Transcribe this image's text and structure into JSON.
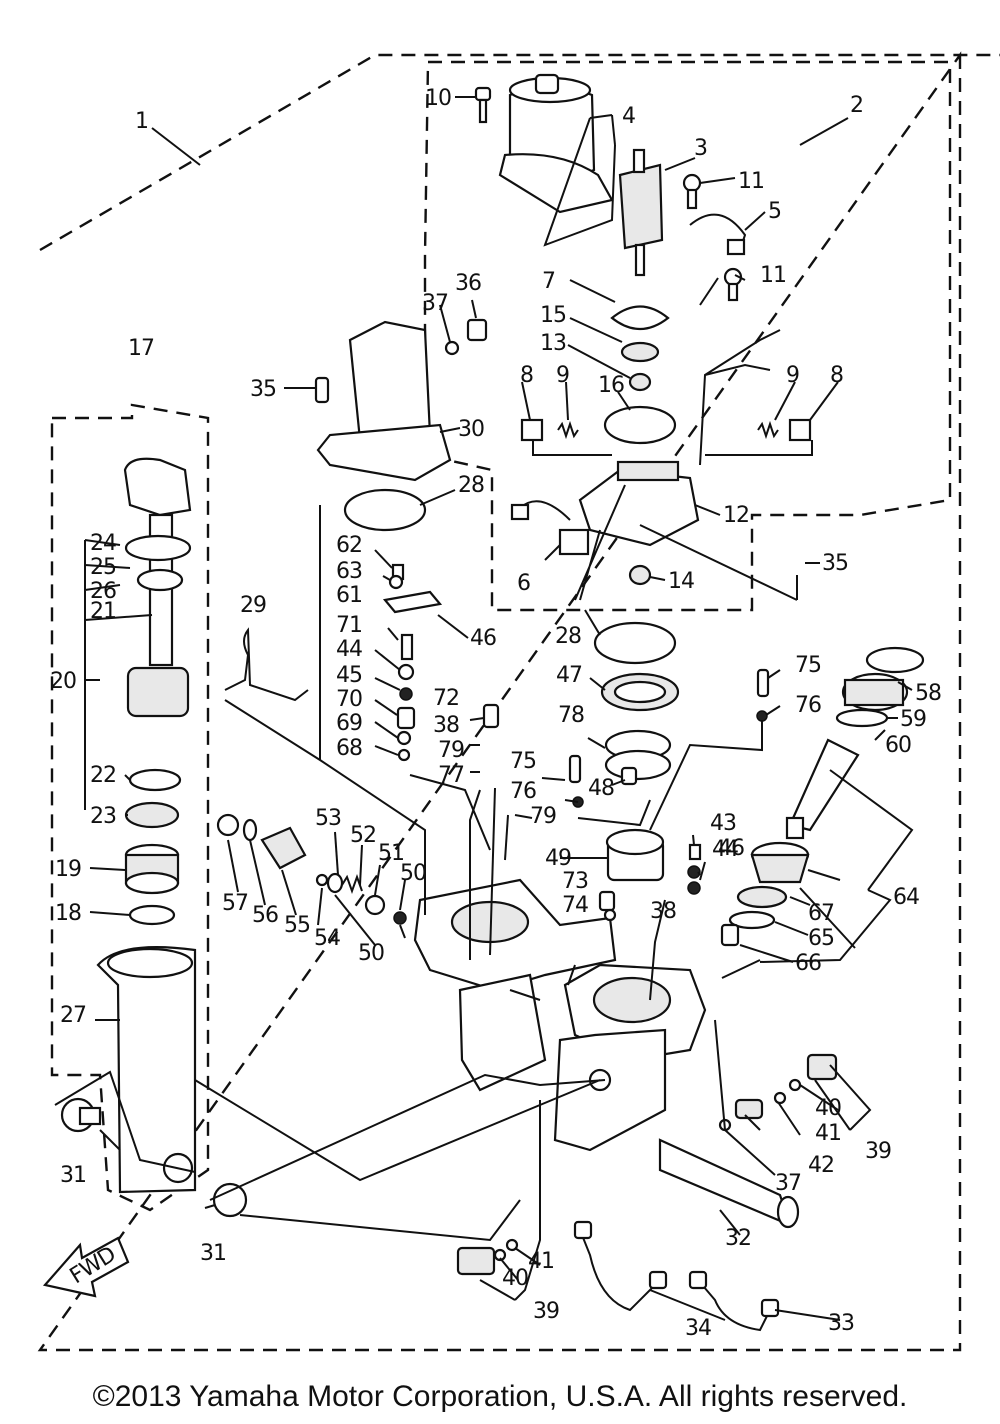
{
  "callouts": {
    "c1": "1",
    "c2": "2",
    "c3": "3",
    "c4": "4",
    "c5": "5",
    "c6": "6",
    "c7": "7",
    "c8a": "8",
    "c8b": "8",
    "c9a": "9",
    "c9b": "9",
    "c10": "10",
    "c11a": "11",
    "c11b": "11",
    "c12": "12",
    "c13": "13",
    "c14": "14",
    "c15": "15",
    "c16": "16",
    "c17": "17",
    "c18": "18",
    "c19": "19",
    "c20": "20",
    "c21": "21",
    "c22": "22",
    "c23": "23",
    "c24": "24",
    "c25": "25",
    "c26": "26",
    "c27": "27",
    "c28a": "28",
    "c28b": "28",
    "c29": "29",
    "c30": "30",
    "c31a": "31",
    "c31b": "31",
    "c32": "32",
    "c33": "33",
    "c34": "34",
    "c35a": "35",
    "c35b": "35",
    "c36": "36",
    "c37a": "37",
    "c37b": "37",
    "c38a": "38",
    "c38b": "38",
    "c39a": "39",
    "c39b": "39",
    "c40a": "40",
    "c40b": "40",
    "c41a": "41",
    "c41b": "41",
    "c42": "42",
    "c43": "43",
    "c44a": "44",
    "c44b": "44",
    "c45": "45",
    "c46a": "46",
    "c46b": "46",
    "c47": "47",
    "c48": "48",
    "c49": "49",
    "c50a": "50",
    "c50b": "50",
    "c51": "51",
    "c52": "52",
    "c53": "53",
    "c54": "54",
    "c55": "55",
    "c56": "56",
    "c57": "57",
    "c58": "58",
    "c59": "59",
    "c60": "60",
    "c61": "61",
    "c62": "62",
    "c63": "63",
    "c64": "64",
    "c65": "65",
    "c66": "66",
    "c67": "67",
    "c68": "68",
    "c69": "69",
    "c70": "70",
    "c71": "71",
    "c72": "72",
    "c73": "73",
    "c74": "74",
    "c75a": "75",
    "c75b": "75",
    "c76a": "76",
    "c76b": "76",
    "c77": "77",
    "c78": "78",
    "c79a": "79",
    "c79b": "79"
  },
  "fwd_label": "FWD",
  "copyright": "©2013 Yamaha Motor Corporation, U.S.A. All rights reserved."
}
